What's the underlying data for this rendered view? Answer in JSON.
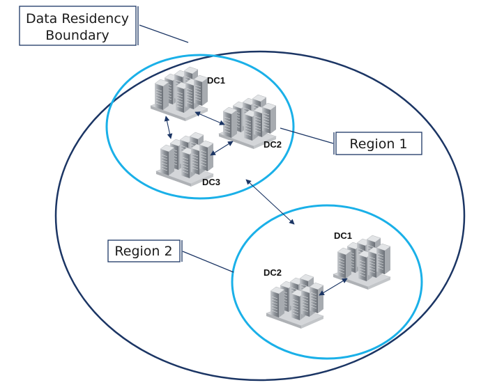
{
  "boundary": {
    "label_line1": "Data Residency",
    "label_line2": "Boundary"
  },
  "region1": {
    "label": "Region 1",
    "datacenters": [
      "DC1",
      "DC2",
      "DC3"
    ]
  },
  "region2": {
    "label": "Region 2",
    "datacenters": [
      "DC1",
      "DC2"
    ]
  },
  "colors": {
    "boundary": "#1b3564",
    "region": "#1ab0e8",
    "arrow": "#1b3564",
    "rack": "#9a9fa5",
    "base": "#d4d6d9"
  },
  "icons": {
    "datacenter": "server-rack-cluster-icon",
    "link": "double-arrow-icon"
  }
}
